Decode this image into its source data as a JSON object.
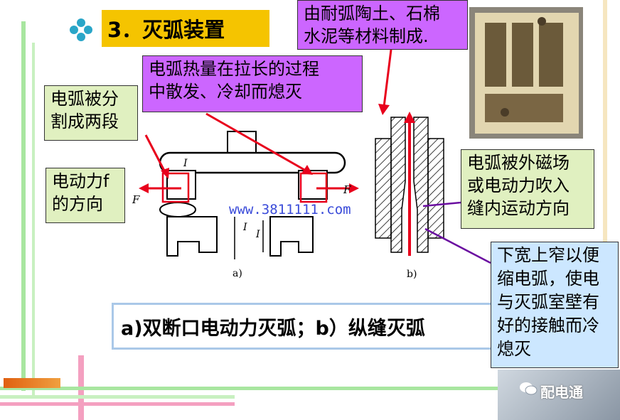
{
  "title": {
    "text": "3．灭弧装置"
  },
  "notes": {
    "material": {
      "lines": [
        "由耐弧陶土、石棉",
        "水泥等材料制成."
      ]
    },
    "heat": {
      "lines": [
        "电弧热量在拉长的过程",
        "中散发、冷却而熄灭"
      ]
    },
    "split": {
      "lines": [
        "电弧被分",
        "割成两段"
      ]
    },
    "force": {
      "lines": [
        "电动力f",
        "的方向"
      ]
    },
    "magnet": {
      "lines": [
        "电弧被外磁场",
        "或电动力吹入",
        "缝内运动方向"
      ]
    },
    "narrow": {
      "lines": [
        "下宽上窄以便",
        "缩电弧，使电",
        "与灭弧室壁有",
        "好的接触而冷",
        "熄灭"
      ]
    }
  },
  "diagram": {
    "label_a": "a)",
    "label_b": "b)",
    "label_f_left": "F",
    "label_f_right": "F",
    "label_i_top": "I",
    "label_i_down": "I",
    "label_i_up": "I"
  },
  "caption": {
    "text": "a)双断口电动力灭弧；b）纵缝灭弧"
  },
  "watermark": {
    "text": "www.3811111.com"
  },
  "brand": {
    "text": "配电通"
  },
  "colors": {
    "title_bg": "#f5c400",
    "note_green": "#e0f0c0",
    "note_purple": "#cc66ff",
    "note_blue": "#cce7ff",
    "arrow_red": "#e8001c"
  }
}
